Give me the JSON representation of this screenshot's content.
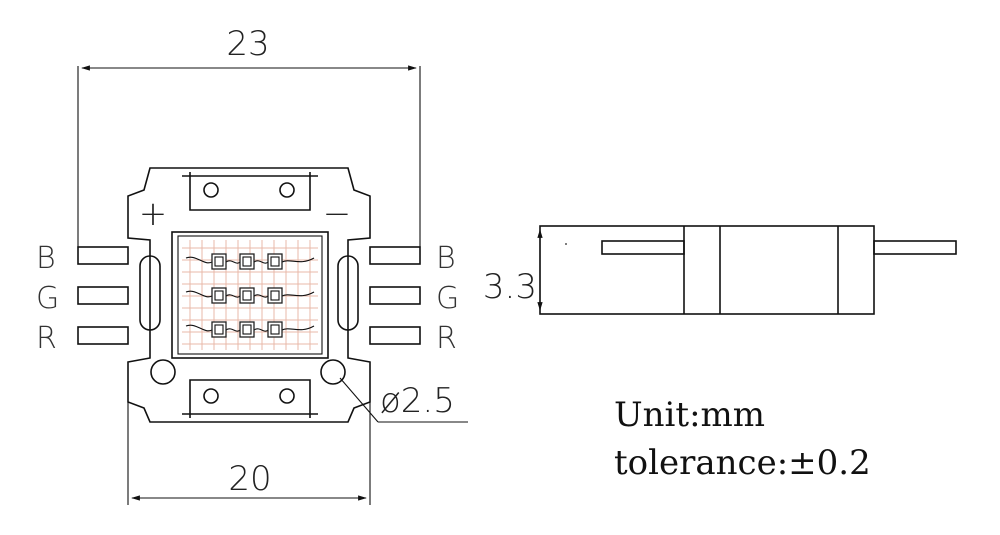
{
  "dimensions": {
    "width_top": "23",
    "width_bottom": "20",
    "height_side": "3.3",
    "hole_diameter": "ø2.5"
  },
  "polarity": {
    "plus": "+",
    "minus": "−"
  },
  "pins_left": [
    "B",
    "G",
    "R"
  ],
  "pins_right": [
    "B",
    "G",
    "R"
  ],
  "notes": {
    "unit": "Unit:mm",
    "tolerance": "tolerance:±0.2"
  },
  "colors": {
    "line": "#111111",
    "substrate_grid": "#e9b8a8"
  }
}
